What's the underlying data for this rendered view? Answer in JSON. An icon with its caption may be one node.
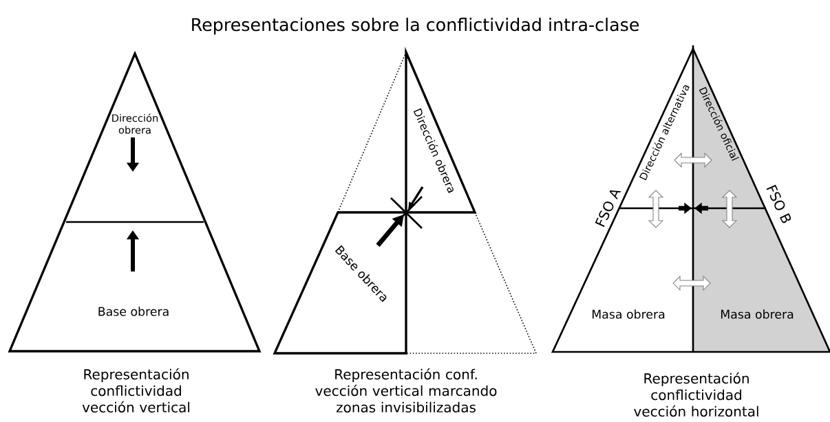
{
  "diagram": {
    "title": "Representaciones sobre la conflictividad intra-clase",
    "nodes": [
      {
        "text": [
          "Dirección obrera"
        ]
      },
      {
        "text": [
          "Base obrera"
        ]
      },
      {
        "text": [
          "Dirección obrera"
        ]
      },
      {
        "text": [
          "Base obrera"
        ]
      },
      {
        "text": [
          "Dirección alternativa"
        ]
      },
      {
        "text": [
          "Dirección oficial"
        ]
      },
      {
        "text": [
          "Masa obrera"
        ]
      },
      {
        "text": [
          "Masa obrera"
        ]
      }
    ],
    "labels": [
      "FSO A",
      "FSO B",
      "Representación conflictividad vección vertical",
      "Representación conf. vección vertical marcando zonas invisibilizadas",
      "Representación conflictividad vección horizontal"
    ]
  }
}
